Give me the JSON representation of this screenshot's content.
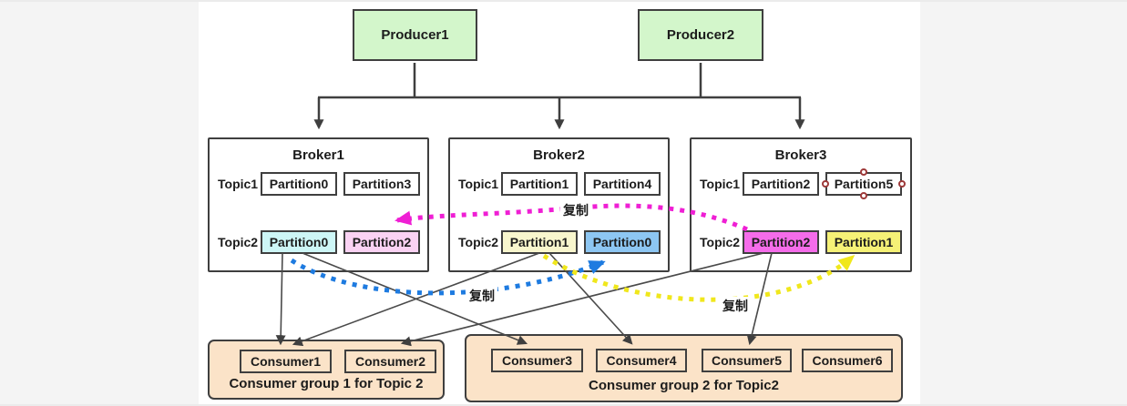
{
  "producers": [
    {
      "label": "Producer1"
    },
    {
      "label": "Producer2"
    }
  ],
  "brokers": [
    {
      "title": "Broker1",
      "rows": [
        {
          "topic": "Topic1",
          "partitions": [
            {
              "label": "Partition0"
            },
            {
              "label": "Partition3"
            }
          ]
        },
        {
          "topic": "Topic2",
          "partitions": [
            {
              "label": "Partition0"
            },
            {
              "label": "Partition2"
            }
          ]
        }
      ]
    },
    {
      "title": "Broker2",
      "rows": [
        {
          "topic": "Topic1",
          "partitions": [
            {
              "label": "Partition1"
            },
            {
              "label": "Partition4"
            }
          ]
        },
        {
          "topic": "Topic2",
          "partitions": [
            {
              "label": "Partition1"
            },
            {
              "label": "Partition0"
            }
          ]
        }
      ]
    },
    {
      "title": "Broker3",
      "rows": [
        {
          "topic": "Topic1",
          "partitions": [
            {
              "label": "Partition2"
            },
            {
              "label": "Partition5"
            }
          ]
        },
        {
          "topic": "Topic2",
          "partitions": [
            {
              "label": "Partition2"
            },
            {
              "label": "Partition1"
            }
          ]
        }
      ]
    }
  ],
  "replication": {
    "magenta_label": "复制",
    "blue_label": "复制",
    "yellow_label": "复制"
  },
  "consumer_groups": [
    {
      "label": "Consumer group 1 for Topic 2",
      "consumers": [
        {
          "label": "Consumer1"
        },
        {
          "label": "Consumer2"
        }
      ]
    },
    {
      "label": "Consumer group 2 for Topic2",
      "consumers": [
        {
          "label": "Consumer3"
        },
        {
          "label": "Consumer4"
        },
        {
          "label": "Consumer5"
        },
        {
          "label": "Consumer6"
        }
      ]
    }
  ],
  "colors": {
    "producer_green": "#d3f6cb",
    "partition_cyan": "#cdf6f6",
    "partition_light_pink": "#fad2f3",
    "partition_light_yellow": "#f8f6cd",
    "partition_blue": "#8dc6f2",
    "partition_magenta": "#f56cea",
    "partition_bright_yellow": "#f5f176",
    "consumer_peach": "#fbe3c8",
    "replication_magenta": "#ef1fd4",
    "replication_blue": "#1e7be0",
    "replication_yellow": "#f0e71c",
    "connector_dark": "#3f3f3f",
    "selection_handle": "#9e3a3a"
  }
}
